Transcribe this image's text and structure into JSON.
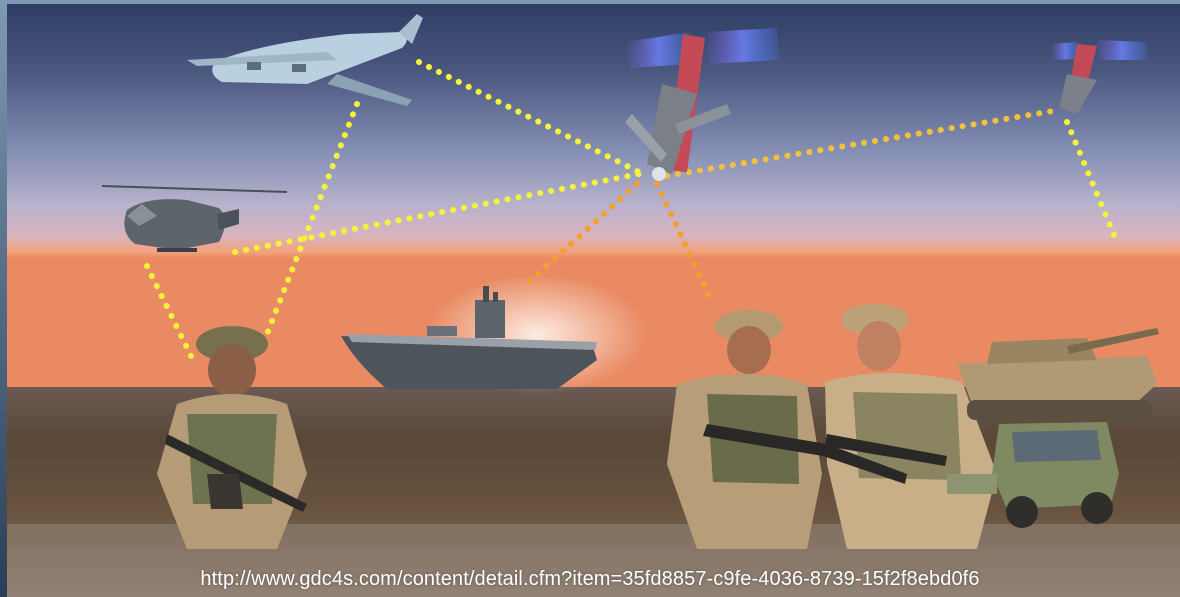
{
  "image": {
    "caption": "http://www.gdc4s.com/content/detail.cfm?item=35fd8857-c9fe-4036-8739-15f2f8ebd0f6",
    "colors": {
      "sky_top": "#2e3d63",
      "sky_mid": "#8a93b8",
      "horizon": "#f2a27a",
      "ground": "#5a4738",
      "link_yellow": "#f4f23a",
      "link_orange": "#f2a02e"
    },
    "depicted": [
      "cargo-plane",
      "helicopter",
      "satellite-main",
      "satellite-small",
      "aircraft-carrier",
      "soldier-left",
      "soldier-pair",
      "tank",
      "humvee"
    ]
  }
}
